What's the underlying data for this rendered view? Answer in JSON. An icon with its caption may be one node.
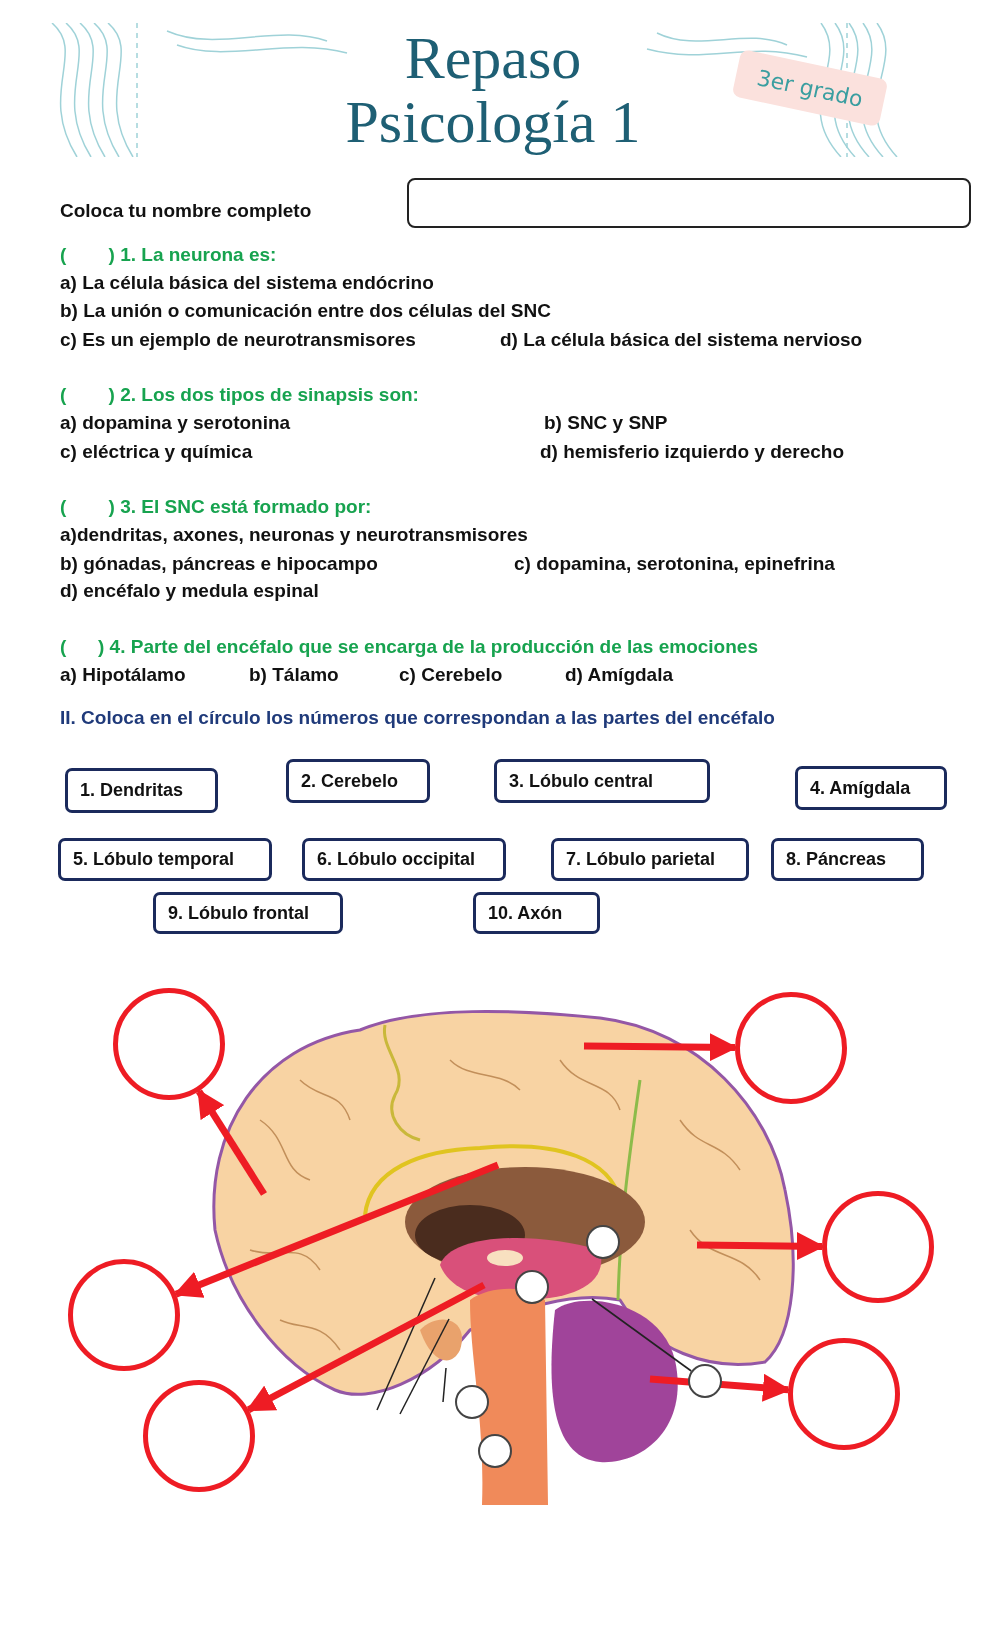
{
  "diagram": {
    "title": "Repaso Psicología 1",
    "nodes": [
      {
        "text": [
          "3er grado"
        ]
      },
      {
        "text": [
          "1. Dendritas"
        ]
      },
      {
        "text": [
          "2. Cerebelo"
        ]
      },
      {
        "text": [
          "3. Lóbulo central"
        ]
      },
      {
        "text": [
          "4. Amígdala"
        ]
      },
      {
        "text": [
          "5. Lóbulo temporal"
        ]
      },
      {
        "text": [
          "6. Lóbulo occipital"
        ]
      },
      {
        "text": [
          "7. Lóbulo parietal"
        ]
      },
      {
        "text": [
          "8. Páncreas"
        ]
      },
      {
        "text": [
          "9. Lóbulo frontal"
        ]
      },
      {
        "text": [
          "10. Axón"
        ]
      },
      {
        "text": [],
        "shape": "circle"
      },
      {
        "text": [],
        "shape": "circle"
      },
      {
        "text": [],
        "shape": "circle"
      },
      {
        "text": [],
        "shape": "circle"
      },
      {
        "text": [],
        "shape": "circle"
      },
      {
        "text": [],
        "shape": "circle"
      },
      {
        "text": [],
        "shape": "circle"
      },
      {
        "text": [],
        "shape": "circle"
      },
      {
        "text": [],
        "shape": "circle"
      },
      {
        "text": [],
        "shape": "circle"
      },
      {
        "text": [],
        "shape": "circle"
      }
    ],
    "edges": [
      {
        "from": null,
        "to": 11,
        "arrow": "to"
      },
      {
        "from": null,
        "to": 12,
        "arrow": "to"
      },
      {
        "from": null,
        "to": 13,
        "arrow": "to"
      },
      {
        "from": null,
        "to": 14,
        "arrow": "to"
      },
      {
        "from": null,
        "to": 15,
        "arrow": "to"
      },
      {
        "from": null,
        "to": 16,
        "arrow": "to"
      },
      {
        "from": 19,
        "to": null,
        "arrow": "none",
        "color": "#222222"
      }
    ],
    "labels": [
      "Coloca tu nombre completo",
      "(        ) 1. La neurona es:",
      "a) La célula básica del sistema endócrino",
      "b) La unión o comunicación entre dos células del SNC",
      "c) Es un ejemplo de neurotransmisores",
      "d) La célula básica del sistema nervioso",
      "(        ) 2. Los dos tipos de sinapsis son:",
      "a) dopamina y serotonina",
      "b) SNC y SNP",
      "c) eléctrica y química",
      "d) hemisferio izquierdo y derecho",
      "(        ) 3. El SNC está formado por:",
      "a)dendritas, axones, neuronas y neurotransmisores",
      "b) gónadas, páncreas e hipocampo",
      "c) dopamina, serotonina, epinefrina",
      "d) encéfalo y medula espinal",
      "(      ) 4. Parte del encéfalo que se encarga de la producción de las emociones",
      "a) Hipotálamo",
      "b) Tálamo",
      "c) Cerebelo",
      "d) Amígdala",
      "II. Coloca en el círculo los números que correspondan a las partes del encéfalo"
    ]
  }
}
